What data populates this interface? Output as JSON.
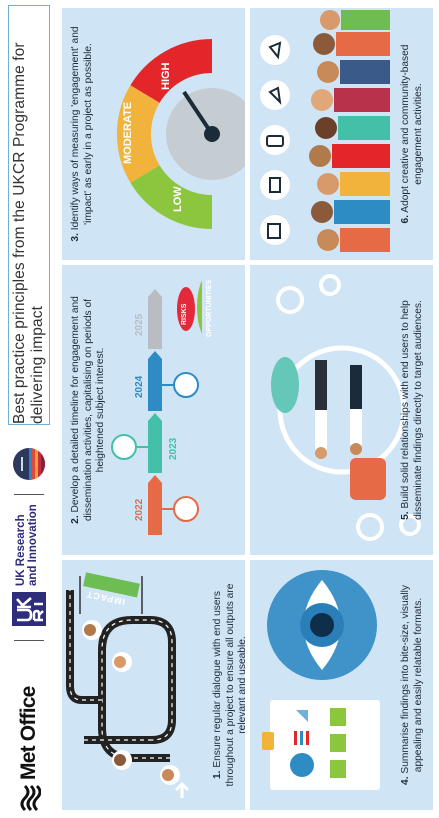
{
  "header": {
    "metoffice_label": "Met Office",
    "ukri_label_line1": "UK Research",
    "ukri_label_line2": "and Innovation",
    "title": "Best practice principles from the UKCR Programme for delivering impact"
  },
  "panels": [
    {
      "num": "1.",
      "text": " Ensure regular dialogue with end users throughout a project to ensure all outputs are relevant and useable.",
      "banner": "IMPACT"
    },
    {
      "num": "2.",
      "text": " Develop a detailed timeline for engagement and dissemination activities, capitalising on periods of heightened subject interest.",
      "years": [
        "2022",
        "2023",
        "2024",
        "2025"
      ],
      "tags": [
        "RISKS",
        "OPPORTUNITIES"
      ]
    },
    {
      "num": "3.",
      "text": " Identify ways of measuring 'engagement' and 'impact' as early in a project as possible.",
      "gauge_labels": [
        "LOW",
        "MODERATE",
        "HIGH"
      ]
    },
    {
      "num": "4.",
      "text": " Summarise findings into bite-size, visually appealing and easily relatable formats."
    },
    {
      "num": "5.",
      "text": " Build solid relationships with end users to help disseminate findings directly to target audiences."
    },
    {
      "num": "6.",
      "text": " Adopt creative and community-based engagement activities."
    }
  ],
  "colors": {
    "panel_bg": "#cfe4f5",
    "title_border": "#6fb1d8",
    "gauge_low": "#8cc63f",
    "gauge_moderate": "#f2b33d",
    "gauge_high": "#e2262a",
    "impact_banner": "#6dbd53"
  }
}
